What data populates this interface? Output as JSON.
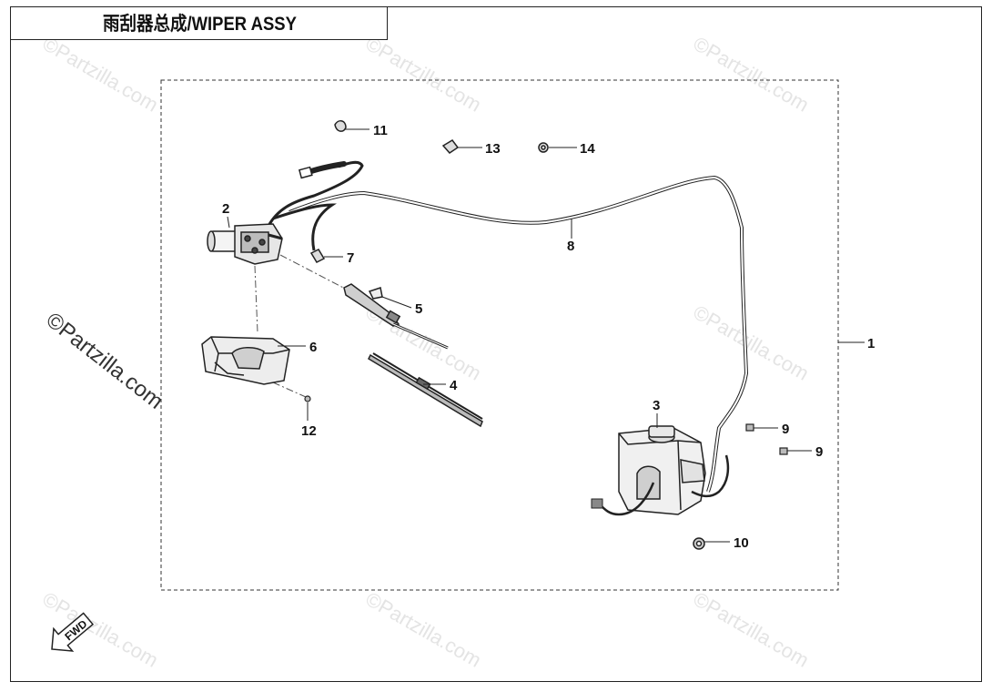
{
  "title": "雨刮器总成/WIPER ASSY",
  "watermark_text": "©Partzilla.com",
  "fwd_label": "FWD",
  "callouts": [
    "1",
    "2",
    "3",
    "4",
    "5",
    "6",
    "7",
    "8",
    "9",
    "9",
    "10",
    "11",
    "12",
    "13",
    "14"
  ],
  "parts": [
    {
      "ref": "1",
      "name": "wiper-assy-group"
    },
    {
      "ref": "2",
      "name": "wiper-motor"
    },
    {
      "ref": "3",
      "name": "washer-reservoir"
    },
    {
      "ref": "4",
      "name": "wiper-blade"
    },
    {
      "ref": "5",
      "name": "wiper-arm"
    },
    {
      "ref": "6",
      "name": "motor-cover"
    },
    {
      "ref": "7",
      "name": "clip"
    },
    {
      "ref": "8",
      "name": "washer-hose"
    },
    {
      "ref": "9",
      "name": "bolt"
    },
    {
      "ref": "10",
      "name": "nut"
    },
    {
      "ref": "11",
      "name": "clip"
    },
    {
      "ref": "12",
      "name": "screw"
    },
    {
      "ref": "13",
      "name": "clip"
    },
    {
      "ref": "14",
      "name": "nut"
    }
  ]
}
